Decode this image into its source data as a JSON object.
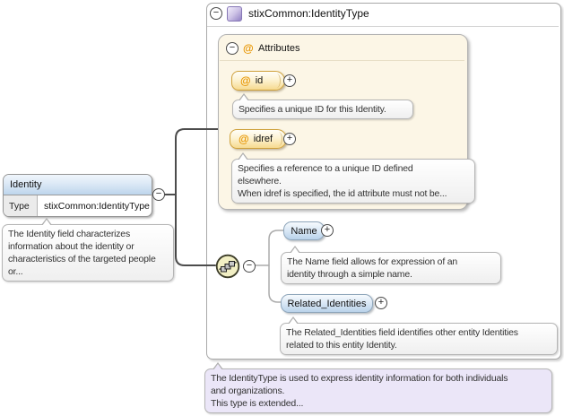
{
  "glyphs": {
    "collapse": "−",
    "expand": "+",
    "attribute": "@"
  },
  "colors": {
    "attribute_accent": "#e79500",
    "attribute_box_border": "#cfa13b",
    "attributes_panel_bg": "#fcf6e6",
    "element_box_bg": "#b9d2ea",
    "type_icon_purple": "#9181c4",
    "type_annotation_bg": "#ebe6f8",
    "connector_dark": "#4c4c4c",
    "connector_light": "#ababab"
  },
  "identity": {
    "name": "Identity",
    "type_label": "Type",
    "type_value": "stixCommon:IdentityType",
    "tooltip": "The Identity field characterizes\ninformation about the identity or\ncharacteristics of the targeted people\nor..."
  },
  "type_container": {
    "title": "stixCommon:IdentityType",
    "tooltip": "The IdentityType is used to express identity information for both individuals\nand organizations.\nThis type is extended...",
    "attributes_section": {
      "title": "Attributes",
      "attributes": [
        {
          "name": "id",
          "tooltip": "Specifies a unique ID for this Identity."
        },
        {
          "name": "idref",
          "tooltip": "Specifies a reference to a unique ID defined\nelsewhere.\nWhen idref is specified, the id attribute must not be..."
        }
      ]
    },
    "content_model": {
      "compositor": "sequence",
      "elements": [
        {
          "name": "Name",
          "tooltip": "The Name field allows for expression of an\nidentity through a simple name."
        },
        {
          "name": "Related_Identities",
          "tooltip": "The Related_Identities field identifies other entity Identities\nrelated to this entity Identity."
        }
      ]
    }
  }
}
